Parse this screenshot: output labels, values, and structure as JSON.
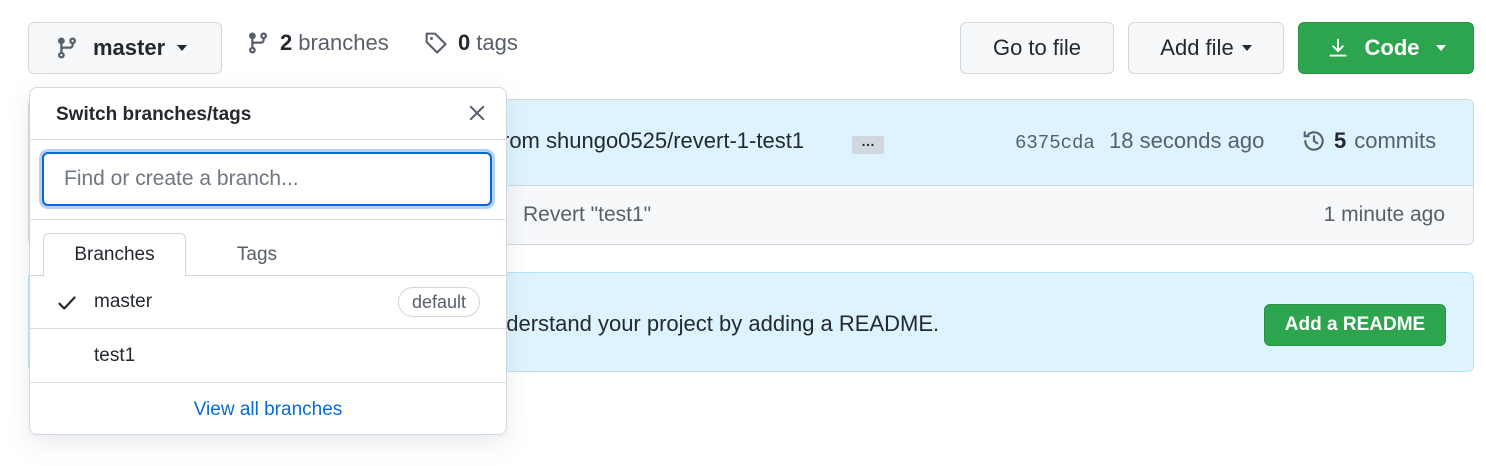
{
  "toolbar": {
    "branch_button_label": "master",
    "branches_count": "2",
    "branches_label": "branches",
    "tags_count": "0",
    "tags_label": "tags",
    "go_to_file_label": "Go to file",
    "add_file_label": "Add file",
    "code_label": "Code"
  },
  "commit": {
    "message": "rom shungo0525/revert-1-test1",
    "ellipsis": "…",
    "sha": "6375cda",
    "time": "18 seconds ago",
    "commits_count": "5",
    "commits_label": "commits"
  },
  "file_row": {
    "message": "Revert \"test1\"",
    "time": "1 minute ago"
  },
  "readme": {
    "text": "nderstand your project by adding a README.",
    "button_label": "Add a README"
  },
  "dropdown": {
    "title": "Switch branches/tags",
    "search_placeholder": "Find or create a branch...",
    "tabs": [
      {
        "label": "Branches"
      },
      {
        "label": "Tags"
      }
    ],
    "branches": [
      {
        "name": "master",
        "badge": "default",
        "selected": true
      },
      {
        "name": "test1"
      }
    ],
    "footer_link": "View all branches"
  },
  "colors": {
    "accent_green": "#2da44e",
    "link_blue": "#0969da",
    "info_bg": "#ddf4ff"
  }
}
